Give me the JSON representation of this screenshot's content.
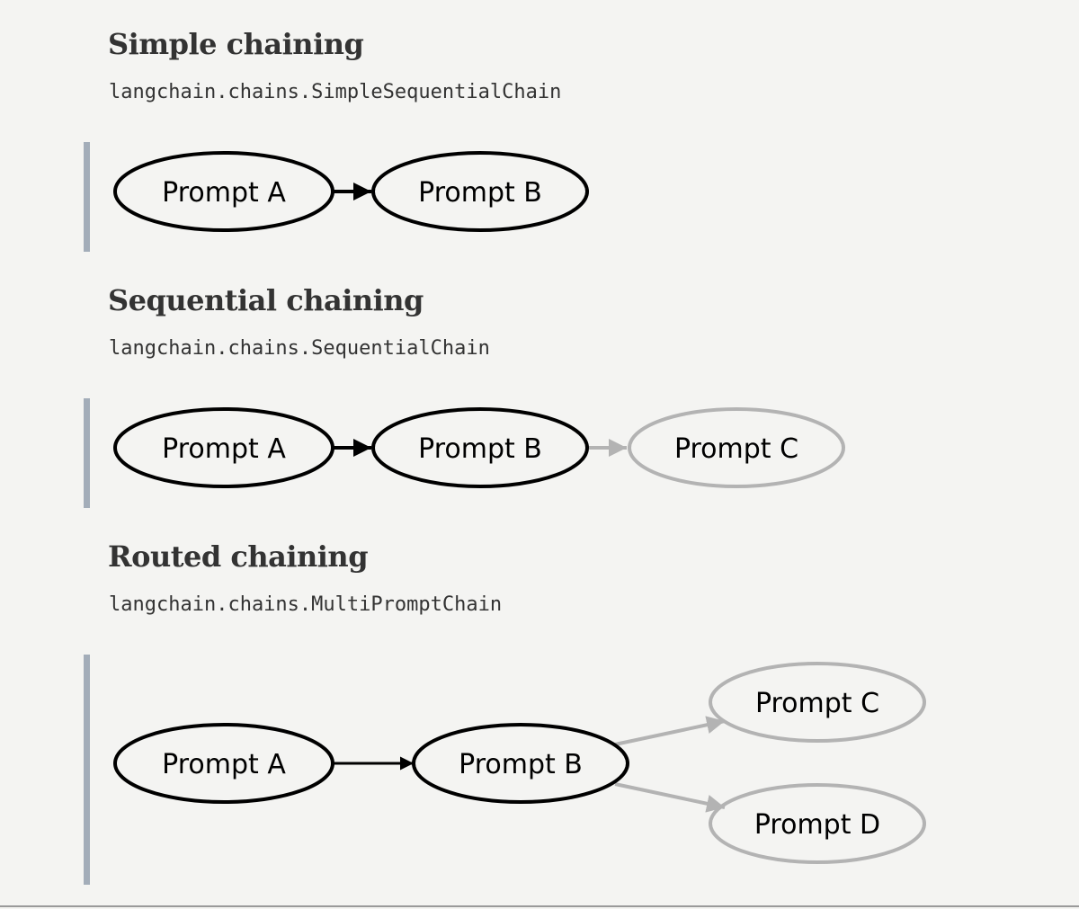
{
  "colors": {
    "background": "#f4f4f2",
    "text": "#333333",
    "active_node": "#000000",
    "inactive_node": "#b3b3b3",
    "quote_bar": "#a3adb9"
  },
  "sections": [
    {
      "heading": "Simple chaining",
      "code": "langchain.chains.SimpleSequentialChain",
      "nodes": [
        {
          "label": "Prompt A",
          "state": "active"
        },
        {
          "label": "Prompt B",
          "state": "active"
        }
      ],
      "edges": [
        {
          "from": "Prompt A",
          "to": "Prompt B",
          "state": "active"
        }
      ]
    },
    {
      "heading": "Sequential chaining",
      "code": "langchain.chains.SequentialChain",
      "nodes": [
        {
          "label": "Prompt A",
          "state": "active"
        },
        {
          "label": "Prompt B",
          "state": "active"
        },
        {
          "label": "Prompt C",
          "state": "inactive"
        }
      ],
      "edges": [
        {
          "from": "Prompt A",
          "to": "Prompt B",
          "state": "active"
        },
        {
          "from": "Prompt B",
          "to": "Prompt C",
          "state": "inactive"
        }
      ]
    },
    {
      "heading": "Routed chaining",
      "code": "langchain.chains.MultiPromptChain",
      "nodes": [
        {
          "label": "Prompt A",
          "state": "active"
        },
        {
          "label": "Prompt B",
          "state": "active"
        },
        {
          "label": "Prompt C",
          "state": "inactive"
        },
        {
          "label": "Prompt D",
          "state": "inactive"
        }
      ],
      "edges": [
        {
          "from": "Prompt A",
          "to": "Prompt B",
          "state": "active"
        },
        {
          "from": "Prompt B",
          "to": "Prompt C",
          "state": "inactive"
        },
        {
          "from": "Prompt B",
          "to": "Prompt D",
          "state": "inactive"
        }
      ]
    }
  ]
}
